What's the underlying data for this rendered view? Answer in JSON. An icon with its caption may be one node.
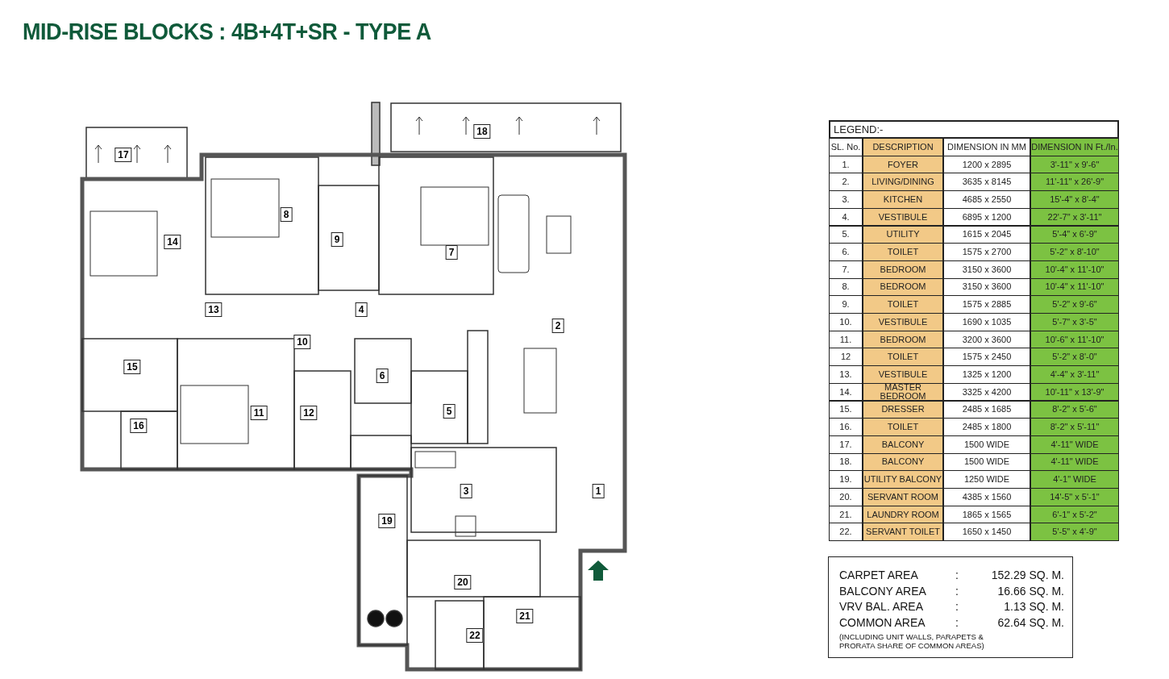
{
  "diagram": {
    "title": "MID-RISE BLOCKS : 4B+4T+SR - TYPE A",
    "labels": [
      "18",
      "17",
      "8",
      "14",
      "9",
      "7",
      "13",
      "4",
      "2",
      "10",
      "15",
      "6",
      "11",
      "12",
      "5",
      "16",
      "3",
      "1",
      "19",
      "20",
      "21",
      "22",
      "LEGEND:-",
      "SL. No.",
      "DESCRIPTION",
      "DIMENSION IN MM",
      "DIMENSION IN Ft./In.",
      "1.",
      "FOYER",
      "1200 x 2895",
      "3'-11\" x 9'-6\"",
      "2.",
      "LIVING/DINING",
      "3635 x 8145",
      "11'-11\" x 26'-9\"",
      "3.",
      "KITCHEN",
      "4685 x 2550",
      "15'-4\" x 8'-4\"",
      "4.",
      "VESTIBULE",
      "6895 x 1200",
      "22'-7\" x 3'-11\"",
      "5.",
      "UTILITY",
      "1615 x 2045",
      "5'-4\" x 6'-9\"",
      "6.",
      "TOILET",
      "1575 x 2700",
      "5'-2\" x 8'-10\"",
      "7.",
      "BEDROOM",
      "3150 x 3600",
      "10'-4\" x 11'-10\"",
      "8.",
      "BEDROOM",
      "3150 x 3600",
      "10'-4\" x 11'-10\"",
      "9.",
      "TOILET",
      "1575 x 2885",
      "5'-2\" x 9'-6\"",
      "10.",
      "VESTIBULE",
      "1690 x 1035",
      "5'-7\" x 3'-5\"",
      "11.",
      "BEDROOM",
      "3200 x 3600",
      "10'-6\" x 11'-10\"",
      "12",
      "TOILET",
      "1575 x 2450",
      "5'-2\" x 8'-0\"",
      "13.",
      "VESTIBULE",
      "1325 x 1200",
      "4'-4\" x 3'-11\"",
      "14.",
      "MASTER BEDROOM",
      "3325 x 4200",
      "10'-11\" x 13'-9\"",
      "15.",
      "DRESSER",
      "2485 x 1685",
      "8'-2\" x 5'-6\"",
      "16.",
      "TOILET",
      "2485 x 1800",
      "8'-2\" x 5'-11\"",
      "17.",
      "BALCONY",
      "1500 WIDE",
      "4'-11\" WIDE",
      "18.",
      "BALCONY",
      "1500 WIDE",
      "4'-11\" WIDE",
      "19.",
      "UTILITY BALCONY",
      "1250 WIDE",
      "4'-1\" WIDE",
      "20.",
      "SERVANT ROOM",
      "4385 x 1560",
      "14'-5\" x 5'-1\"",
      "21.",
      "LAUNDRY ROOM",
      "1865 x 1565",
      "6'-1\" x 5'-2\"",
      "22.",
      "SERVANT TOILET",
      "1650 x 1450",
      "5'-5\" x 4'-9\"",
      "CARPET AREA",
      ":",
      "152.29 SQ. M.",
      "BALCONY AREA",
      ":",
      "16.66 SQ. M.",
      "VRV BAL. AREA",
      ":",
      "1.13 SQ. M.",
      "COMMON AREA",
      ":",
      "62.64 SQ. M.",
      "(INCLUDING UNIT WALLS, PARAPETS & PRORATA SHARE OF COMMON AREAS)"
    ]
  }
}
